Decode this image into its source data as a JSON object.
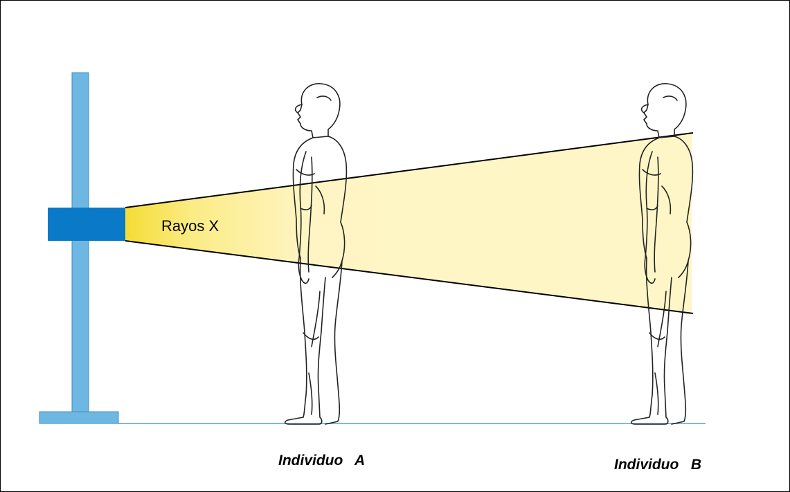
{
  "diagram": {
    "beam_label": "Rayos X",
    "individual_a_label": "Individuo   A",
    "individual_b_label": "Individuo   B"
  },
  "colors": {
    "stand": "#6fb7e3",
    "emitter": "#0a79c7",
    "beam_light": "#fff7b8",
    "beam_bright": "#f7e04a",
    "floor_line": "#7fb6e0",
    "figure_stroke": "#222222"
  },
  "icons": {
    "stand": "x-ray-stand",
    "emitter": "x-ray-emitter",
    "figure": "standing-human-profile"
  }
}
